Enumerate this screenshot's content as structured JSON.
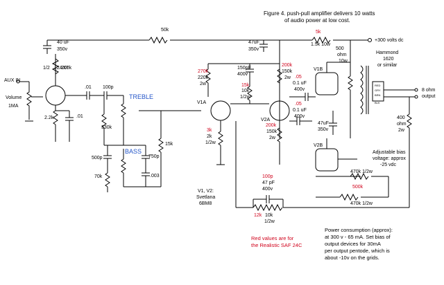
{
  "title": {
    "line1": "Figure 4. push-pull amplifier delivers 10 watts",
    "line2": "of audio power at low cost."
  },
  "labels": {
    "r50k": "50k",
    "c40": "40 uF",
    "v350a": "350v",
    "tube1_a": "1/2",
    "tube1_b": "12AX7",
    "r200k_top": "200k",
    "aux_in": "AUX IN",
    "volume": "Volume",
    "vol_val": "1MA",
    "c01a": ".01",
    "c100p": "100p",
    "treble": "TREBLE",
    "r22k": "2.2k",
    "c01b": ".01",
    "r330k": "330k",
    "bass": "BASS",
    "c500p": "500p",
    "r70k": "70k",
    "c750p": "750p",
    "c003": ".003",
    "r15k": "15k",
    "v1a": "V1A",
    "r270k_red": "270k",
    "r220k": "220k",
    "w2a": "2w",
    "r3k_red": "3k",
    "r2k": "2k",
    "w12a": "1/2w",
    "tubes_id1": "V1, V2:",
    "tubes_id2": "Svetlana",
    "tubes_id3": "6BM8",
    "c47uf_top": "47uF",
    "v350b": "350v",
    "c150pf": "150pF",
    "v400a": "400v",
    "r15k_red": "15k",
    "r10k": "10k",
    "w12b": "1/2w",
    "r200k_red": "200k",
    "r150k": "150k",
    "w2b": "2w",
    "c05a_red": ".05",
    "c01uf_a": "0.1 uF",
    "v400b": "400v",
    "c05b_red": ".05",
    "c01uf_b": "0.1 uF",
    "v400c": "400v",
    "v2a": "V2A",
    "r200k_red2": "200k",
    "r150k_2": "150k",
    "w2c": "2w",
    "r5k_red": "5k",
    "r15k10w": "1.5k 10w",
    "b_plus": "+300 volts dc",
    "r500": "500",
    "ohm": "ohm",
    "w10": "10w",
    "v1b": "V1B",
    "hammond1": "Hammond",
    "hammond2": "1620",
    "hammond3": "or similar",
    "out1": "8 ohm",
    "out2": "output",
    "r400": "400",
    "ohm2": "ohm",
    "w2d": "2w",
    "c47uf_mid": "47uF",
    "v350c": "350v",
    "v2b": "V2B",
    "bias1": "Adjustable bias",
    "bias2": "voltage: approx",
    "bias3": "-25 vdc",
    "r470k_a": "470k 1/2w",
    "r500k_red": "500k",
    "r470k_b": "470k 1/2w",
    "c100p_red": "100p",
    "c47pf": "47 pF",
    "v400d": "400v",
    "r12k_red": "12k",
    "r10k_b": "10k",
    "w12c": "1/2w",
    "tap_red": "RED",
    "tap_gry": "GRY",
    "tap_brn": "BRN",
    "tap_blk": "BLK"
  },
  "notes": {
    "red_note1": "Red values are for",
    "red_note2": "the Realistic SAF 24C",
    "power1": "Power consumption (approx):",
    "power2": "at 300 v - 65 mA. Set bias of",
    "power3": "output devices for 30mA",
    "power4": "per output pentode, which is",
    "power5": "about -10v on the grids."
  }
}
